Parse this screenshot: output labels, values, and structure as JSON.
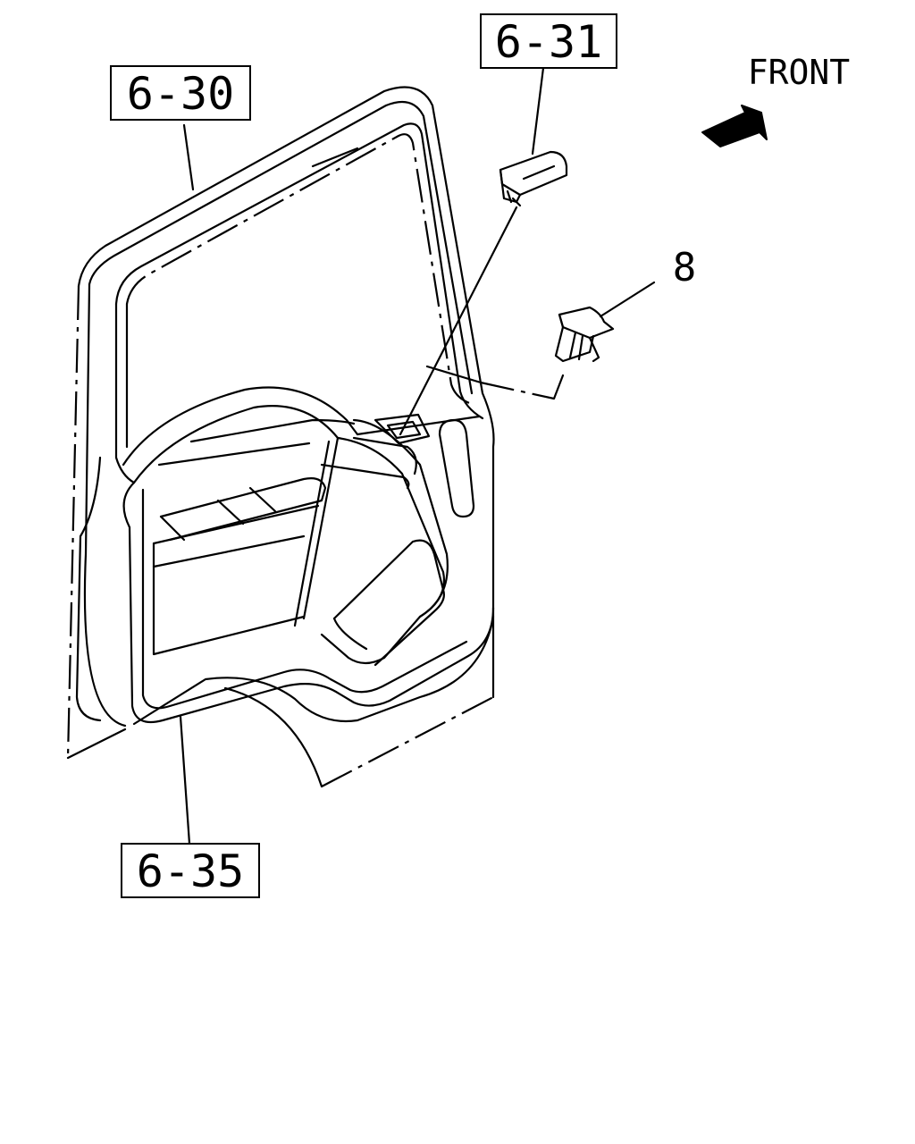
{
  "callouts": {
    "label_6_30": "6-30",
    "label_6_31": "6-31",
    "label_6_35": "6-35",
    "label_8": "8"
  },
  "orientation": {
    "front_label": "FRONT",
    "arrow_icon": "front-arrow-icon"
  },
  "colors": {
    "line": "#000000",
    "background": "#ffffff"
  }
}
